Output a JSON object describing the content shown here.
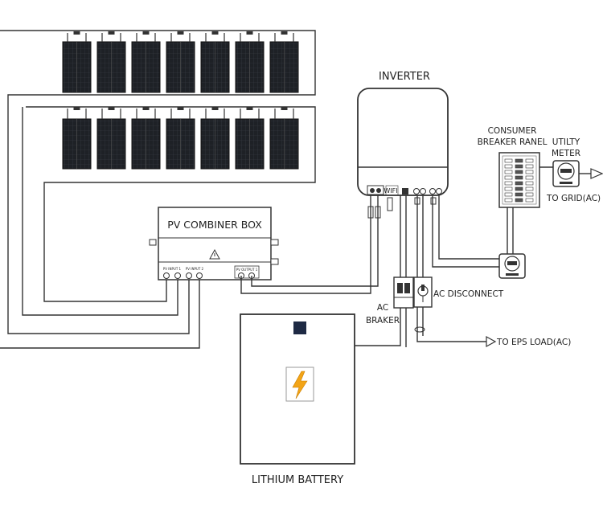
{
  "labels": {
    "inverter": "INVERTER",
    "wifi": "WIFI",
    "consumer_panel_line1": "CONSUMER",
    "consumer_panel_line2": "BREAKER RANEL",
    "utility_meter_line1": "UTILTY",
    "utility_meter_line2": "METER",
    "to_grid": "TO GRID(AC)",
    "combiner_box": "PV COMBINER BOX",
    "pv_input_1": "PV INPUT 1",
    "pv_input_2": "PV INPUT 2",
    "pv_output_1": "PV OUTPUT 1",
    "ac_disconnect": "AC DISCONNECT",
    "ac_breaker_line1": "AC",
    "ac_breaker_line2": "BRAKER",
    "to_eps_load": "TO EPS LOAD(AC)",
    "lithium_battery": "LITHIUM BATTERY"
  },
  "icons": {
    "battery_symbol": "lightning-bolt",
    "warning_symbol": "warning-triangle"
  },
  "colors": {
    "line": "#333333",
    "panel": "#1e2126",
    "bolt": "#f2a417"
  }
}
